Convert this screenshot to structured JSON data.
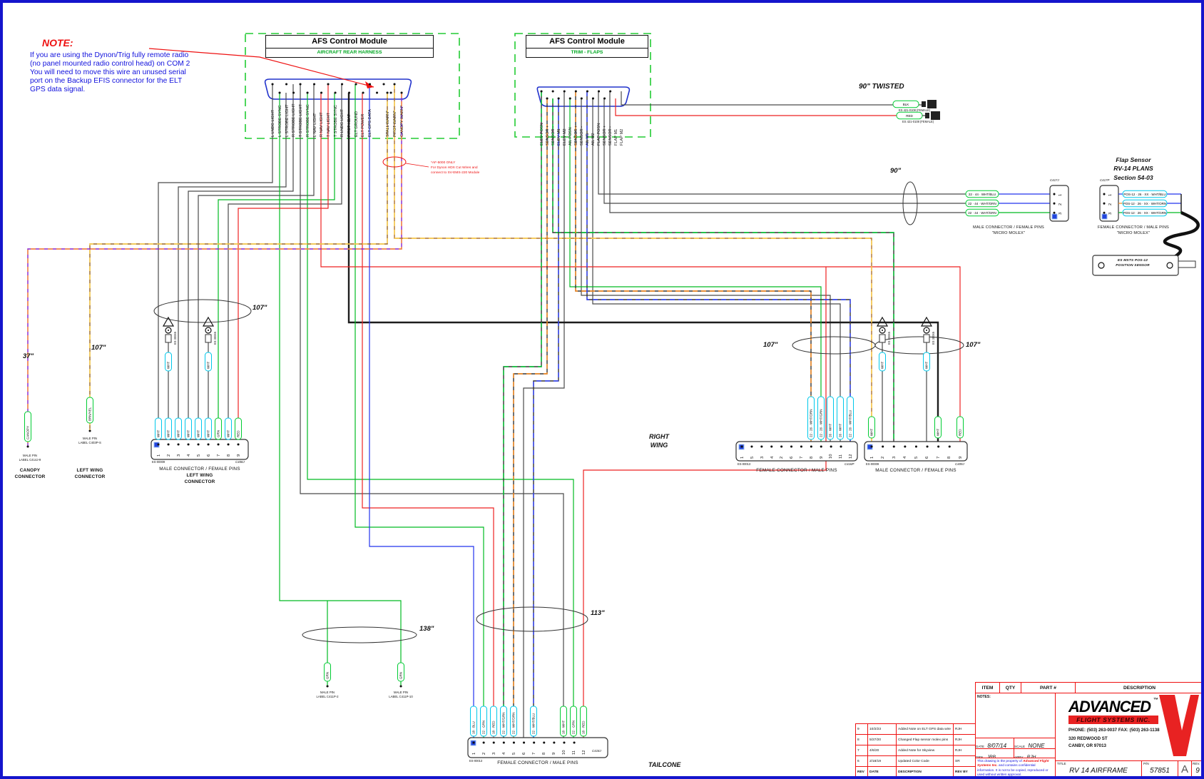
{
  "note": {
    "heading": "NOTE:",
    "line1": "If you are using the Dynon/Trig fully remote radio",
    "line2": "(no panel mounted radio control head) on COM 2",
    "line3": "You will need to move this wire an unused serial",
    "line4": "port on the Backup EFIS connector for the ELT",
    "line5": "GPS data signal."
  },
  "m1": {
    "title": "AFS Control Module",
    "subtitle": "AIRCRAFT REAR HARNESS",
    "pins": [
      "L LNDG LIGHT",
      "L STROBE SYNC",
      "L STROBE LIGHT",
      "R STROBE LIGHT",
      "T STROBE LIGHT",
      "R STROBE SYNC",
      "L NAV LIGHT",
      "R NAV LIGHT",
      "T NAV LIGHT",
      "T STROBE SYNC",
      "R LNDG LIGHT",
      "PITOT HEAT",
      "ELT GROUND",
      "ELT POWER",
      "ELT GPS DATA",
      "STALL WARN*",
      "PITOT WARN*",
      "CANOPY WARN*"
    ]
  },
  "m2": {
    "title": "AFS Control Module",
    "subtitle": "TRIM - FLAPS",
    "pins": [
      "ELEV POSN",
      "SENSOR +",
      "SENSOR -",
      "ELEV M1",
      "ELEV M2",
      "AIL POSN",
      "SENSOR +",
      "SENSOR -",
      "AIL M1",
      "AIL M2",
      "FLAP POSN",
      "SENSOR +",
      "SENSOR -",
      "FLAP M1",
      "FLAP M2"
    ]
  },
  "af5000": {
    "line1": "*AF-5000 ONLY",
    "line2": "For Dynon HDX Cut Wires and",
    "line3": "connect to SV-EMS-220 Module"
  },
  "twisted": {
    "label": "90\" TWISTED",
    "blk": "BLK",
    "red": "RED",
    "part1": "ES 421-0108 (FEMALE)",
    "part2": "ES 421-0108 (FEMALE)"
  },
  "flap": {
    "heading1": "Flap Sensor",
    "heading2": "RV-14 PLANS",
    "heading3": "Section 54-03",
    "len": "90\"",
    "j": {
      "ref": "C417J",
      "cap1": "MALE CONNECTOR / FEMALE PINS",
      "cap2": "\"MICRO MOLEX\"",
      "pins": [
        "1",
        "2",
        "3"
      ],
      "labels": [
        "22 · 44 · WHT/BLU",
        "22 · 44 · WHT/ORN",
        "22 · 44 · WHT/GRN"
      ]
    },
    "p": {
      "ref": "C417P",
      "cap1": "FEMALE CONNECTOR / MALE PINS",
      "cap2": "\"MICRO MOLEX\"",
      "pins": [
        "1",
        "2",
        "3"
      ],
      "labels": [
        "POS-12 · 26 · XX · WHT/BLU",
        "POS-12 · 26 · XX · WHT/ORN",
        "POS-12 · 26 · XX · WHT/GRN"
      ]
    },
    "sensor1": "ES MSTS POS-12",
    "sensor2": "POSITION SENSOR"
  },
  "left": {
    "len37": "37\"",
    "len107": "107\"",
    "canopy_pill": "CANOPY",
    "brn_pill": "BRN/YEL",
    "canopy_pin1": "MALE PIN",
    "canopy_pin2": "LABEL C414J-9",
    "canopy_cap1": "CANOPY",
    "canopy_cap2": "CONNECTOR",
    "wing_pin1": "MALE PIN",
    "wing_pin2": "LABEL C403P-S",
    "wing_cap1": "LEFT WING",
    "wing_cap2": "CONNECTOR"
  },
  "lw": {
    "len": "107\"",
    "es": "ES-00009",
    "ref": "C408J",
    "cap1": "MALE CONNECTOR / FEMALE PINS",
    "cap2": "LEFT WING",
    "cap3": "CONNECTOR",
    "pins": [
      "1",
      "2",
      "3",
      "4",
      "5",
      "6",
      "7",
      "8",
      "9"
    ],
    "labels": [
      "WHT",
      "WHT",
      "WHT",
      "WHT",
      "WHT",
      "WHT",
      "GRN",
      "WHT",
      "RED"
    ],
    "gnd": "ES 30065",
    "gnd_label": "WHT"
  },
  "rw": {
    "region1": "RIGHT",
    "region2": "WING",
    "len_a": "107\"",
    "len_b": "107\"",
    "gnd": "ES 30065",
    "gnd_label": "WHT",
    "a": {
      "es": "ES-00013",
      "ref": "C416P",
      "cap": "FEMALE CONNECTOR / MALE PINS",
      "pins": [
        "1",
        "5",
        "3",
        "4",
        "2",
        "6",
        "7",
        "8",
        "9",
        "10",
        "11",
        "12"
      ],
      "labels": [
        "22 · 26 · WHT/ORN",
        "22 · 26 · WHT/GRN",
        "26 · WHT",
        "26 · WHT",
        "22 · 26 · WHT/BLU"
      ]
    },
    "b": {
      "es": "ES-00009",
      "ref": "C409J",
      "cap": "MALE CONNECTOR / FEMALE PINS",
      "pins": [
        "1",
        "2",
        "3",
        "4",
        "5",
        "6",
        "7",
        "8",
        "9"
      ],
      "labels": [
        "WHT",
        "WHT",
        "RED"
      ]
    }
  },
  "tc": {
    "len113": "113\"",
    "len138": "138\"",
    "region": "TAILCONE",
    "es": "ES-00013",
    "ref": "C418J",
    "cap": "FEMALE CONNECTOR / MALE PINS",
    "pins": [
      "1",
      "2",
      "3",
      "4",
      "5",
      "6",
      "7",
      "8",
      "9",
      "10",
      "11",
      "12"
    ],
    "labels": [
      "18 · BLU",
      "22 · GRN",
      "18 · RED",
      "22 · WHT/GRN",
      "22 · WHT/ORN",
      "22 · WHT/BLU",
      "18 · WHT",
      "22 · GRN",
      "18 · RED"
    ],
    "p2_pill": "GRN",
    "p10_pill": "GRN",
    "p2_l1": "MALE PIN",
    "p2_l2": "LABEL C411P-2",
    "p10_l1": "MALE PIN",
    "p10_l2": "LABEL C411P-10"
  },
  "tb": {
    "parts_header": [
      "ITEM",
      "QTY",
      "PART #",
      "DESCRIPTION"
    ],
    "notes_label": "NOTES:",
    "revisions": [
      {
        "rev": "9",
        "date": "10/2/23",
        "desc": "Added Note on ELT GPS data wire",
        "by": "RJH"
      },
      {
        "rev": "8",
        "date": "5/27/20",
        "desc": "Changed Flap sensor molex pins",
        "by": "RJH"
      },
      {
        "rev": "7",
        "date": "4/6/20",
        "desc": "Added Note for Skyview",
        "by": "RJH"
      },
      {
        "rev": "6",
        "date": "2/18/19",
        "desc": "Updated Color Code",
        "by": "SR"
      }
    ],
    "rev_header": [
      "REV",
      "DATE",
      "DESCRIPTION",
      "REV BY"
    ],
    "date_label": "DATE",
    "date": "8/07/14",
    "scale_label": "SCALE",
    "scale": "NONE",
    "drn_label": "DRN.",
    "drn": "JRB",
    "aprv_label": "APRV.",
    "aprv": "RJH",
    "prop1": "This drawing is the property of ",
    "prop_co": "Advanced Flight Systems Inc.",
    "prop2": " and contains confidential information. It is not to be copied, reproduced or used without written approval.",
    "company": {
      "logo": "ADVANCED",
      "tm": "™",
      "band": "FLIGHT SYSTEMS INC.",
      "phone": "PHONE: (503) 263-0037   FAX: (503) 263-1138",
      "addr1": "320 REDWOOD ST",
      "addr2": "CANBY, OR 97013"
    },
    "title_label": "TITLE",
    "title": "RV 14 AIRFRAME",
    "pn_label": "P/N",
    "pn": "57851",
    "size": "A",
    "rev_label": "REV.",
    "rev": "9"
  },
  "colors": {
    "page_border": "#1515cc",
    "module_green": "#22cc33",
    "subtitle_green": "#00a822",
    "wire_gray": "#4a4a4a",
    "wire_green": "#00bb22",
    "wire_red": "#ee2222",
    "wire_blue": "#2233ee",
    "wire_orange": "#ff8c1a",
    "wire_purple": "#8822cc",
    "wire_tan": "#9a6420",
    "dash_yellow": "#ffd24a",
    "pill_cyan": "#00c8ea",
    "pill_green": "#00cc33",
    "note_blue": "#1111dd",
    "note_red": "#ee1111",
    "tb_red": "#ee1111"
  }
}
